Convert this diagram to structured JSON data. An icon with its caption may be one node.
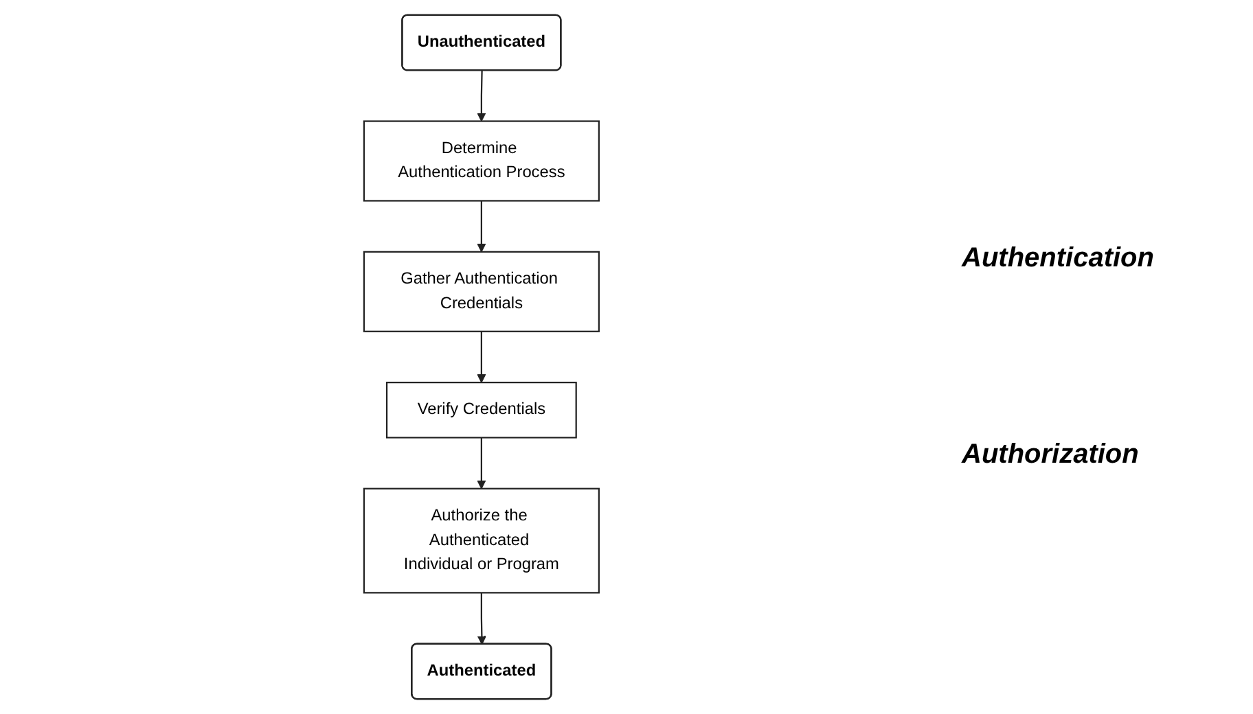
{
  "diagram": {
    "nodes": [
      {
        "text": [
          "Unauthenticated"
        ]
      },
      {
        "text": [
          "Determine Authentication Process"
        ]
      },
      {
        "text": [
          "Gather Authentication Credentials"
        ]
      },
      {
        "text": [
          "Verify Credentials"
        ]
      },
      {
        "text": [
          "Authorize the Authenticated Individual or Program"
        ]
      },
      {
        "text": [
          "Authenticated"
        ]
      }
    ],
    "edges": [
      {
        "from": 0,
        "to": 1,
        "arrow": "to"
      },
      {
        "from": 1,
        "to": 2,
        "arrow": "to"
      },
      {
        "from": 2,
        "to": 3,
        "arrow": "to"
      },
      {
        "from": 3,
        "to": 4,
        "arrow": "to"
      },
      {
        "from": 4,
        "to": 5,
        "arrow": "to"
      }
    ],
    "labels": [
      "Authentication",
      "Authorization"
    ]
  }
}
